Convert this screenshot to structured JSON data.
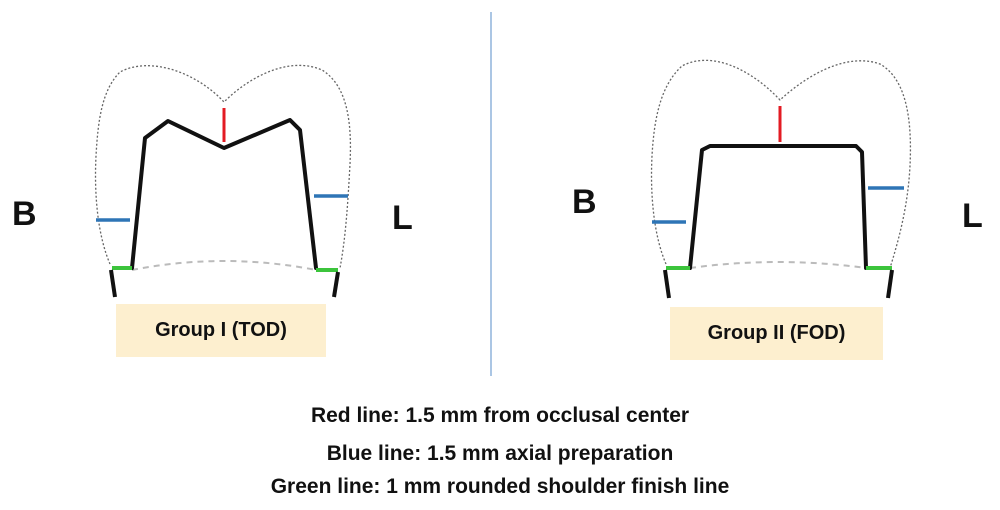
{
  "colors": {
    "red_line": "#e31b23",
    "blue_line": "#2e75b6",
    "green_line": "#3cc43c",
    "outline": "#666666",
    "cervical_dash": "#bbbbbb",
    "divider": "#8fb4dc",
    "label_box": "#fdefcf"
  },
  "panels": [
    {
      "buccal_label": "B",
      "lingual_label": "L",
      "group_label": "Group I (TOD)"
    },
    {
      "buccal_label": "B",
      "lingual_label": "L",
      "group_label": "Group II (FOD)"
    }
  ],
  "legend": {
    "red": "Red line: 1.5 mm from occlusal center",
    "blue": "Blue line: 1.5 mm axial preparation",
    "green": "Green line: 1 mm rounded shoulder finish line"
  }
}
